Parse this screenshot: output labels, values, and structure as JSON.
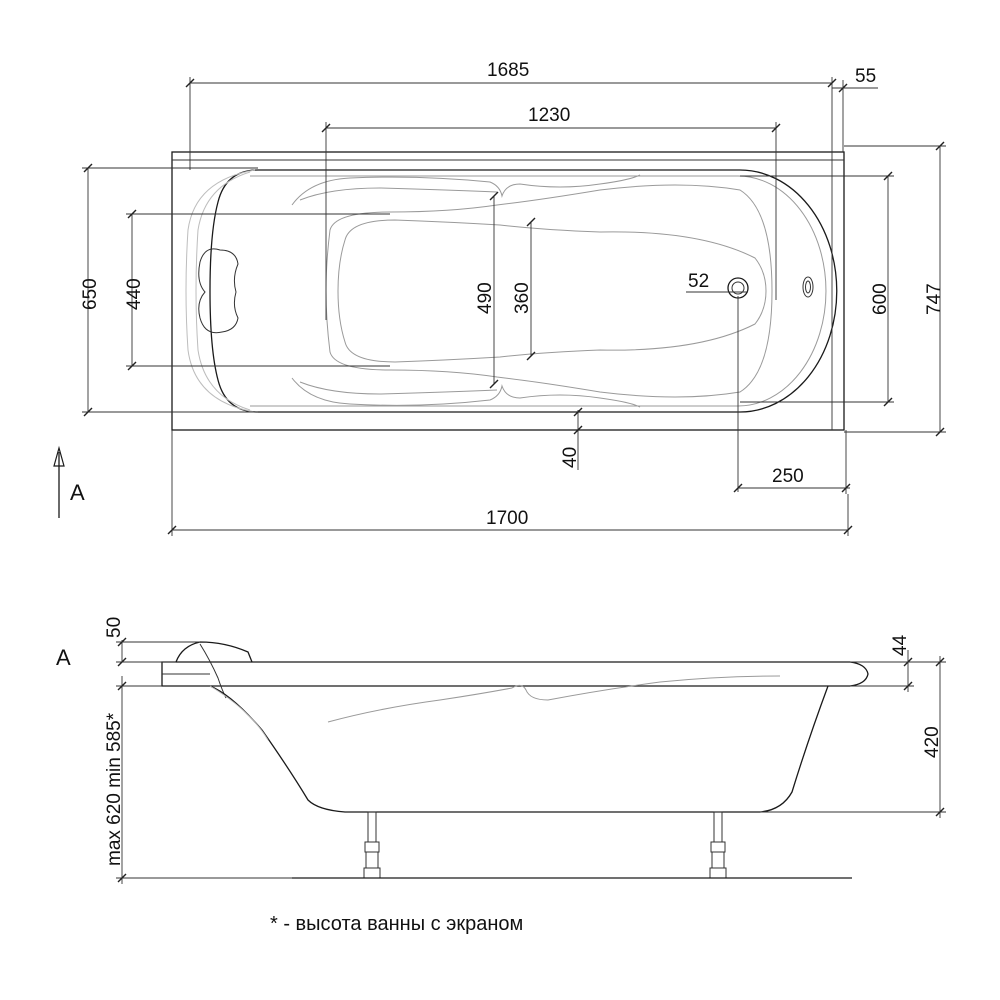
{
  "top_view": {
    "dims": {
      "overall_length": "1685",
      "rim_offset": "55",
      "inner_length": "1230",
      "overall_width_inner": "650",
      "bottom_width": "440",
      "depth_line": "490",
      "bottom_inner": "360",
      "drain_diameter": "52",
      "inner_width": "600",
      "overall_width": "747",
      "front_offset": "40",
      "drain_offset": "250",
      "total_length": "1700"
    },
    "section_marker": "A"
  },
  "side_view": {
    "section_label": "A",
    "dims": {
      "headrest_height": "50",
      "rim_thickness": "44",
      "tub_depth": "420",
      "height_range": "max 620 min 585*"
    }
  },
  "footnote": "* - высота ванны с экраном"
}
